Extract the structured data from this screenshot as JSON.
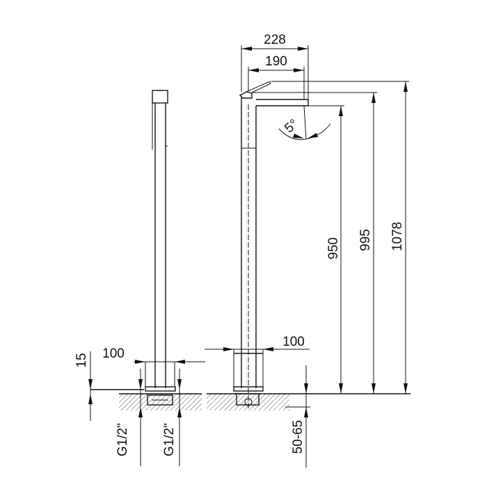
{
  "drawing": {
    "title": "Floor-standing tall basin mixer – dimensions (mm)",
    "dimensions": {
      "spout_reach_total": "228",
      "spout_reach_outlet": "190",
      "swivel_angle": "5°",
      "outlet_height": "950",
      "spout_top_height": "995",
      "overall_height": "1078",
      "side_base_width": "100",
      "front_base_width": "100",
      "base_plate_height": "15",
      "inlet_left": "G1/2\"",
      "inlet_right": "G1/2\"",
      "install_depth": "50-65"
    }
  }
}
